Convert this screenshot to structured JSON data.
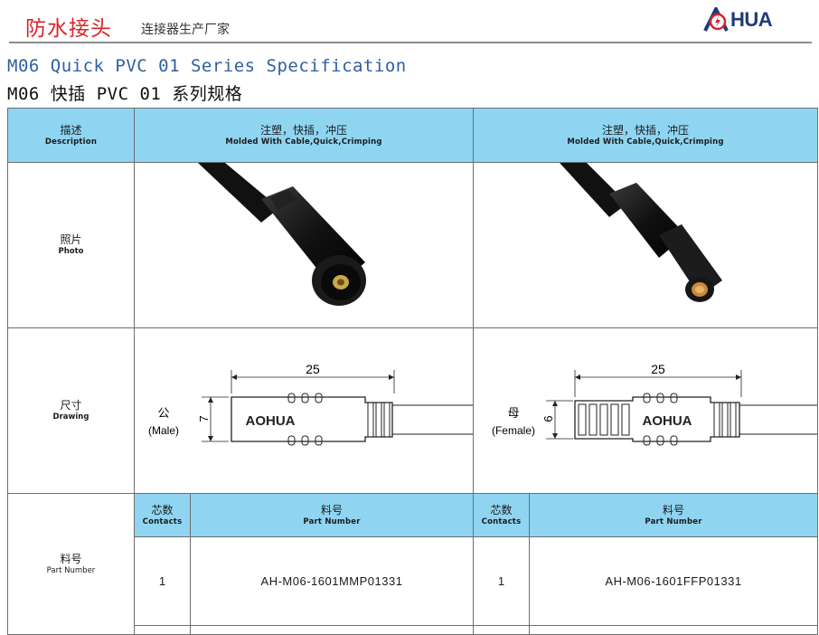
{
  "header": {
    "brand_main": "防水接头",
    "brand_sub": "连接器生产厂家",
    "logo_text": "HUA",
    "logo_full": "AOHUA"
  },
  "title": {
    "en": "M06 Quick PVC 01 Series Specification",
    "cn": "M06 快插 PVC 01 系列规格"
  },
  "table": {
    "description": {
      "cn": "描述",
      "en": "Description"
    },
    "columns": [
      {
        "cn": "注塑，快插，冲压",
        "en": "Molded With Cable,Quick,Crimping"
      },
      {
        "cn": "注塑，快插，冲压",
        "en": "Molded With Cable,Quick,Crimping"
      }
    ],
    "photo": {
      "cn": "照片",
      "en": "Photo"
    },
    "drawing": {
      "cn": "尺寸",
      "en": "Drawing",
      "male": {
        "cn": "公",
        "en": "(Male)",
        "length": "25",
        "height": "7"
      },
      "female": {
        "cn": "母",
        "en": "(Female)",
        "length": "25",
        "height": "6"
      }
    },
    "part": {
      "cn": "料号",
      "en": "Part Number",
      "contacts_cn": "芯数",
      "contacts_en": "Contacts",
      "pn_cn": "料号",
      "pn_en": "Part Number",
      "rows": [
        {
          "contacts": "1",
          "pn": "AH-M06-1601MMP01331"
        },
        {
          "contacts": "1",
          "pn": "AH-M06-1601FFP01331"
        }
      ]
    }
  },
  "colors": {
    "header_bg": "#8fd5f2",
    "brand_red": "#d9242b",
    "title_blue": "#2f5f9e",
    "logo_blue": "#1f3b7a"
  }
}
